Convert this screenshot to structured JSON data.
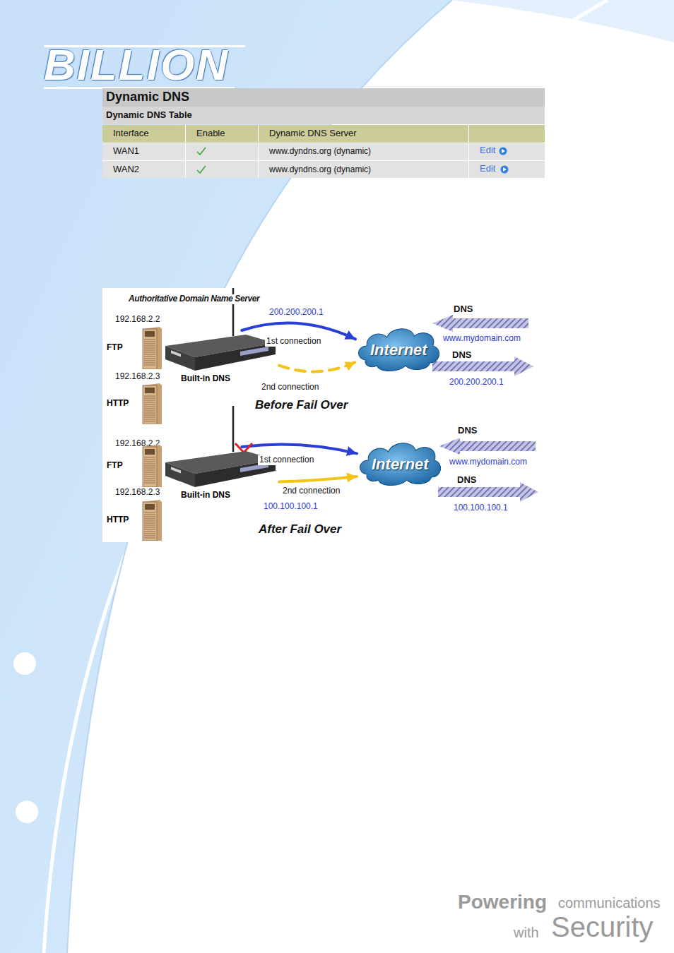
{
  "diagram": {
    "nodes": [
      {
        "text": [
          "FTP"
        ]
      },
      {
        "text": [
          "Built-in DNS"
        ]
      },
      {
        "text": [
          "HTTP"
        ]
      },
      {
        "text": [
          "Internet"
        ]
      },
      {
        "text": [
          "FTP"
        ]
      },
      {
        "text": [
          "Built-in DNS"
        ]
      },
      {
        "text": [
          "HTTP"
        ]
      },
      {
        "text": [
          "Internet"
        ]
      }
    ],
    "edges": [
      {
        "from": 1,
        "to": 3,
        "arrow": "to",
        "label": "1st connection"
      },
      {
        "from": 1,
        "to": 3,
        "arrow": "to",
        "label": "2nd connection"
      },
      {
        "from": 5,
        "to": 7,
        "arrow": "to",
        "label": "1st connection"
      },
      {
        "from": 5,
        "to": 7,
        "arrow": "to",
        "label": "2nd connection"
      }
    ],
    "labels": [
      "BILLION",
      "Dynamic DNS",
      "Dynamic DNS Table",
      "Interface",
      "Enable",
      "Dynamic DNS Server",
      "WAN1",
      "www.dyndns.org (dynamic)",
      "Edit",
      "WAN2",
      "www.dyndns.org (dynamic)",
      "Edit",
      "Authoritative Domain Name Server",
      "192.168.2.2",
      "192.168.2.3",
      "200.200.200.1",
      "DNS",
      "www.mydomain.com",
      "DNS",
      "200.200.200.1",
      "Before Fail Over",
      "192.168.2.2",
      "192.168.2.3",
      "DNS",
      "www.mydomain.com",
      "DNS",
      "100.100.100.1",
      "100.100.100.1",
      "After Fail Over",
      "Powering",
      "communications",
      "with",
      "Security"
    ]
  }
}
